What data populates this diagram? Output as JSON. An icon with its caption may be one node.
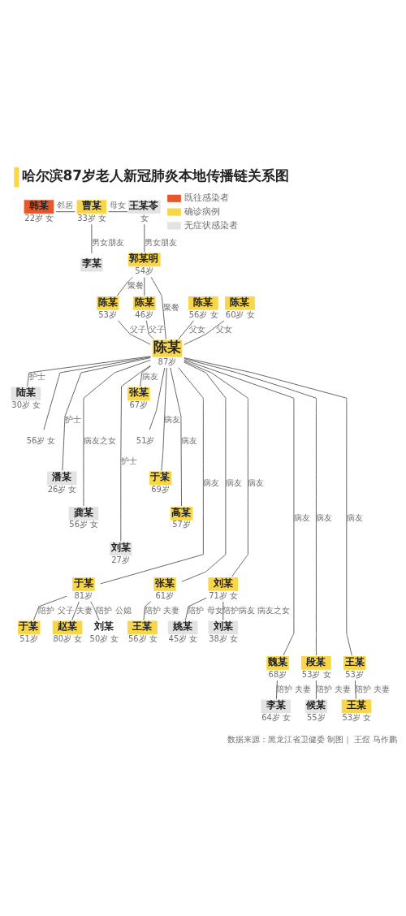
{
  "diagram": {
    "title": "哈尔滨87岁老人新冠肺炎本地传播链关系图",
    "nodes": [
      {
        "text": [
          "韩某",
          "22岁 女"
        ]
      },
      {
        "text": [
          "曹某",
          "33岁 女"
        ]
      },
      {
        "text": [
          "王某苓",
          "女"
        ]
      },
      {
        "text": [
          "李某"
        ]
      },
      {
        "text": [
          "郭某明",
          "54岁"
        ]
      },
      {
        "text": [
          "陈某",
          "53岁"
        ]
      },
      {
        "text": [
          "陈某",
          "46岁"
        ]
      },
      {
        "text": [
          "陈某",
          "56岁 女"
        ]
      },
      {
        "text": [
          "陈某",
          "60岁 女"
        ]
      },
      {
        "text": [
          "陈某",
          "87岁"
        ]
      },
      {
        "text": [
          "陆某",
          "30岁 女"
        ]
      },
      {
        "text": [
          "56岁 女"
        ]
      },
      {
        "text": [
          "潘某",
          "26岁 女"
        ]
      },
      {
        "text": [
          "龚某",
          "56岁 女"
        ]
      },
      {
        "text": [
          "刘某",
          "27岁"
        ]
      },
      {
        "text": [
          "张某",
          "67岁"
        ]
      },
      {
        "text": [
          "51岁"
        ]
      },
      {
        "text": [
          "于某",
          "69岁"
        ]
      },
      {
        "text": [
          "高某",
          "57岁"
        ]
      },
      {
        "text": [
          "于某",
          "81岁"
        ]
      },
      {
        "text": [
          "张某",
          "61岁"
        ]
      },
      {
        "text": [
          "刘某",
          "71岁 女"
        ]
      },
      {
        "text": [
          "魏某",
          "68岁"
        ]
      },
      {
        "text": [
          "段某",
          "53岁 女"
        ]
      },
      {
        "text": [
          "王某",
          "53岁"
        ]
      },
      {
        "text": [
          "于某",
          "51岁"
        ]
      },
      {
        "text": [
          "赵某",
          "80岁 女"
        ]
      },
      {
        "text": [
          "刘某",
          "50岁 女"
        ]
      },
      {
        "text": [
          "王某",
          "56岁 女"
        ]
      },
      {
        "text": [
          "姚某",
          "45岁 女"
        ]
      },
      {
        "text": [
          "刘某",
          "38岁 女"
        ]
      },
      {
        "text": [
          "李某",
          "64岁 女"
        ]
      },
      {
        "text": [
          "候某",
          "55岁"
        ]
      },
      {
        "text": [
          "王某",
          "53岁 女"
        ]
      }
    ],
    "edges": [
      {
        "from": 0,
        "to": 1,
        "arrow": "none",
        "label": "邻居"
      },
      {
        "from": 1,
        "to": 2,
        "arrow": "none",
        "label": "母女"
      },
      {
        "from": 1,
        "to": 3,
        "arrow": "none",
        "label": "男女朋友"
      },
      {
        "from": 2,
        "to": 4,
        "arrow": "none",
        "label": "男女朋友"
      },
      {
        "from": 4,
        "to": 5,
        "arrow": "none",
        "label": "聚餐"
      },
      {
        "from": 4,
        "to": 6,
        "arrow": "none"
      },
      {
        "from": 4,
        "to": 9,
        "arrow": "none",
        "label": "聚餐"
      },
      {
        "from": 5,
        "to": 9,
        "arrow": "none",
        "label": "父子"
      },
      {
        "from": 6,
        "to": 9,
        "arrow": "none",
        "label": "父子"
      },
      {
        "from": 7,
        "to": 9,
        "arrow": "none",
        "label": "父女"
      },
      {
        "from": 8,
        "to": 9,
        "arrow": "none",
        "label": "父女"
      },
      {
        "from": 9,
        "to": 10,
        "arrow": "none",
        "label": "护士"
      },
      {
        "from": 9,
        "to": 11,
        "arrow": "none"
      },
      {
        "from": 9,
        "to": 12,
        "arrow": "none",
        "label": "护士"
      },
      {
        "from": 9,
        "to": 13,
        "arrow": "none",
        "label": "病友之女"
      },
      {
        "from": 9,
        "to": 14,
        "arrow": "none",
        "label": "护士"
      },
      {
        "from": 9,
        "to": 15,
        "arrow": "none",
        "label": "病友"
      },
      {
        "from": 9,
        "to": 16,
        "arrow": "none"
      },
      {
        "from": 9,
        "to": 17,
        "arrow": "none",
        "label": "病友"
      },
      {
        "from": 9,
        "to": 18,
        "arrow": "none",
        "label": "病友"
      },
      {
        "from": 9,
        "to": 19,
        "arrow": "none",
        "label": "病友"
      },
      {
        "from": 9,
        "to": 20,
        "arrow": "none",
        "label": "病友"
      },
      {
        "from": 9,
        "to": 21,
        "arrow": "none",
        "label": "病友"
      },
      {
        "from": 9,
        "to": 22,
        "arrow": "none",
        "label": "病友"
      },
      {
        "from": 9,
        "to": 23,
        "arrow": "none",
        "label": "病友"
      },
      {
        "from": 9,
        "to": 24,
        "arrow": "none",
        "label": "病友"
      },
      {
        "from": 19,
        "to": 25,
        "arrow": "none",
        "label": "陪护 父子"
      },
      {
        "from": 19,
        "to": 26,
        "arrow": "none",
        "label": "夫妻"
      },
      {
        "from": 19,
        "to": 27,
        "arrow": "none",
        "label": "陪护 公媳"
      },
      {
        "from": 20,
        "to": 28,
        "arrow": "none",
        "label": "陪护 夫妻"
      },
      {
        "from": 21,
        "to": 29,
        "arrow": "none",
        "label": "陪护 母女"
      },
      {
        "from": 21,
        "to": 30,
        "arrow": "none",
        "label": "陪护病友 病友之女"
      },
      {
        "from": 22,
        "to": 31,
        "arrow": "none",
        "label": "陪护 夫妻"
      },
      {
        "from": 23,
        "to": 32,
        "arrow": "none",
        "label": "陪护 夫妻"
      },
      {
        "from": 24,
        "to": 33,
        "arrow": "none",
        "label": "陪护 夫妻"
      }
    ],
    "labels": [
      "数据来源：黑龙江省卫健委",
      "制图｜ 王煜 马作鹏"
    ],
    "legend": [
      {
        "text": "既往感染者",
        "color": "#e8572a"
      },
      {
        "text": "确诊病例",
        "color": "#f9d648"
      },
      {
        "text": "无症状感染者",
        "color": "#e3e3e3"
      }
    ]
  }
}
